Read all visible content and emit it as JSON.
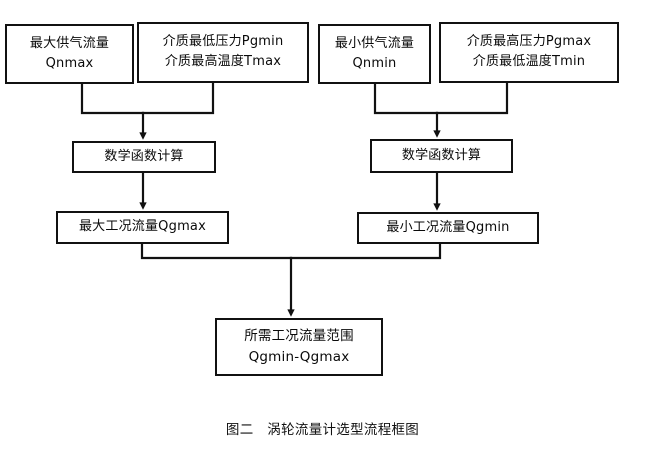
{
  "figure": {
    "caption": "图二　涡轮流量计选型流程框图",
    "line_color": "#111111",
    "box_border_color": "#111111",
    "background": "#ffffff"
  },
  "nodes": {
    "qnmax": {
      "line1": "最大供气流量",
      "line2": "Qnmax"
    },
    "pgmin": {
      "line1": "介质最低压力Pgmin",
      "line2": "介质最高温度Tmax"
    },
    "qnmin": {
      "line1": "最小供气流量",
      "line2": "Qnmin"
    },
    "pgmax": {
      "line1": "介质最高压力Pgmax",
      "line2": "介质最低温度Tmin"
    },
    "calc_left": {
      "line1": "数学函数计算"
    },
    "calc_right": {
      "line1": "数学函数计算"
    },
    "qgmax": {
      "line1": "最大工况流量Qgmax"
    },
    "qgmin": {
      "line1": "最小工况流量Qgmin"
    },
    "range": {
      "line1": "所需工况流量范围",
      "line2": "Qgmin-Qgmax"
    }
  },
  "edges": [
    {
      "id": "qnmax-to-calc-left",
      "from": "qnmax",
      "to": "calc_left"
    },
    {
      "id": "pgmin-to-calc-left",
      "from": "pgmin",
      "to": "calc_left"
    },
    {
      "id": "qnmin-to-calc-right",
      "from": "qnmin",
      "to": "calc_right"
    },
    {
      "id": "pgmax-to-calc-right",
      "from": "pgmax",
      "to": "calc_right"
    },
    {
      "id": "calc-left-to-qgmax",
      "from": "calc_left",
      "to": "qgmax"
    },
    {
      "id": "calc-right-to-qgmin",
      "from": "calc_right",
      "to": "qgmin"
    },
    {
      "id": "qgmax-to-range",
      "from": "qgmax",
      "to": "range"
    },
    {
      "id": "qgmin-to-range",
      "from": "qgmin",
      "to": "range"
    }
  ]
}
